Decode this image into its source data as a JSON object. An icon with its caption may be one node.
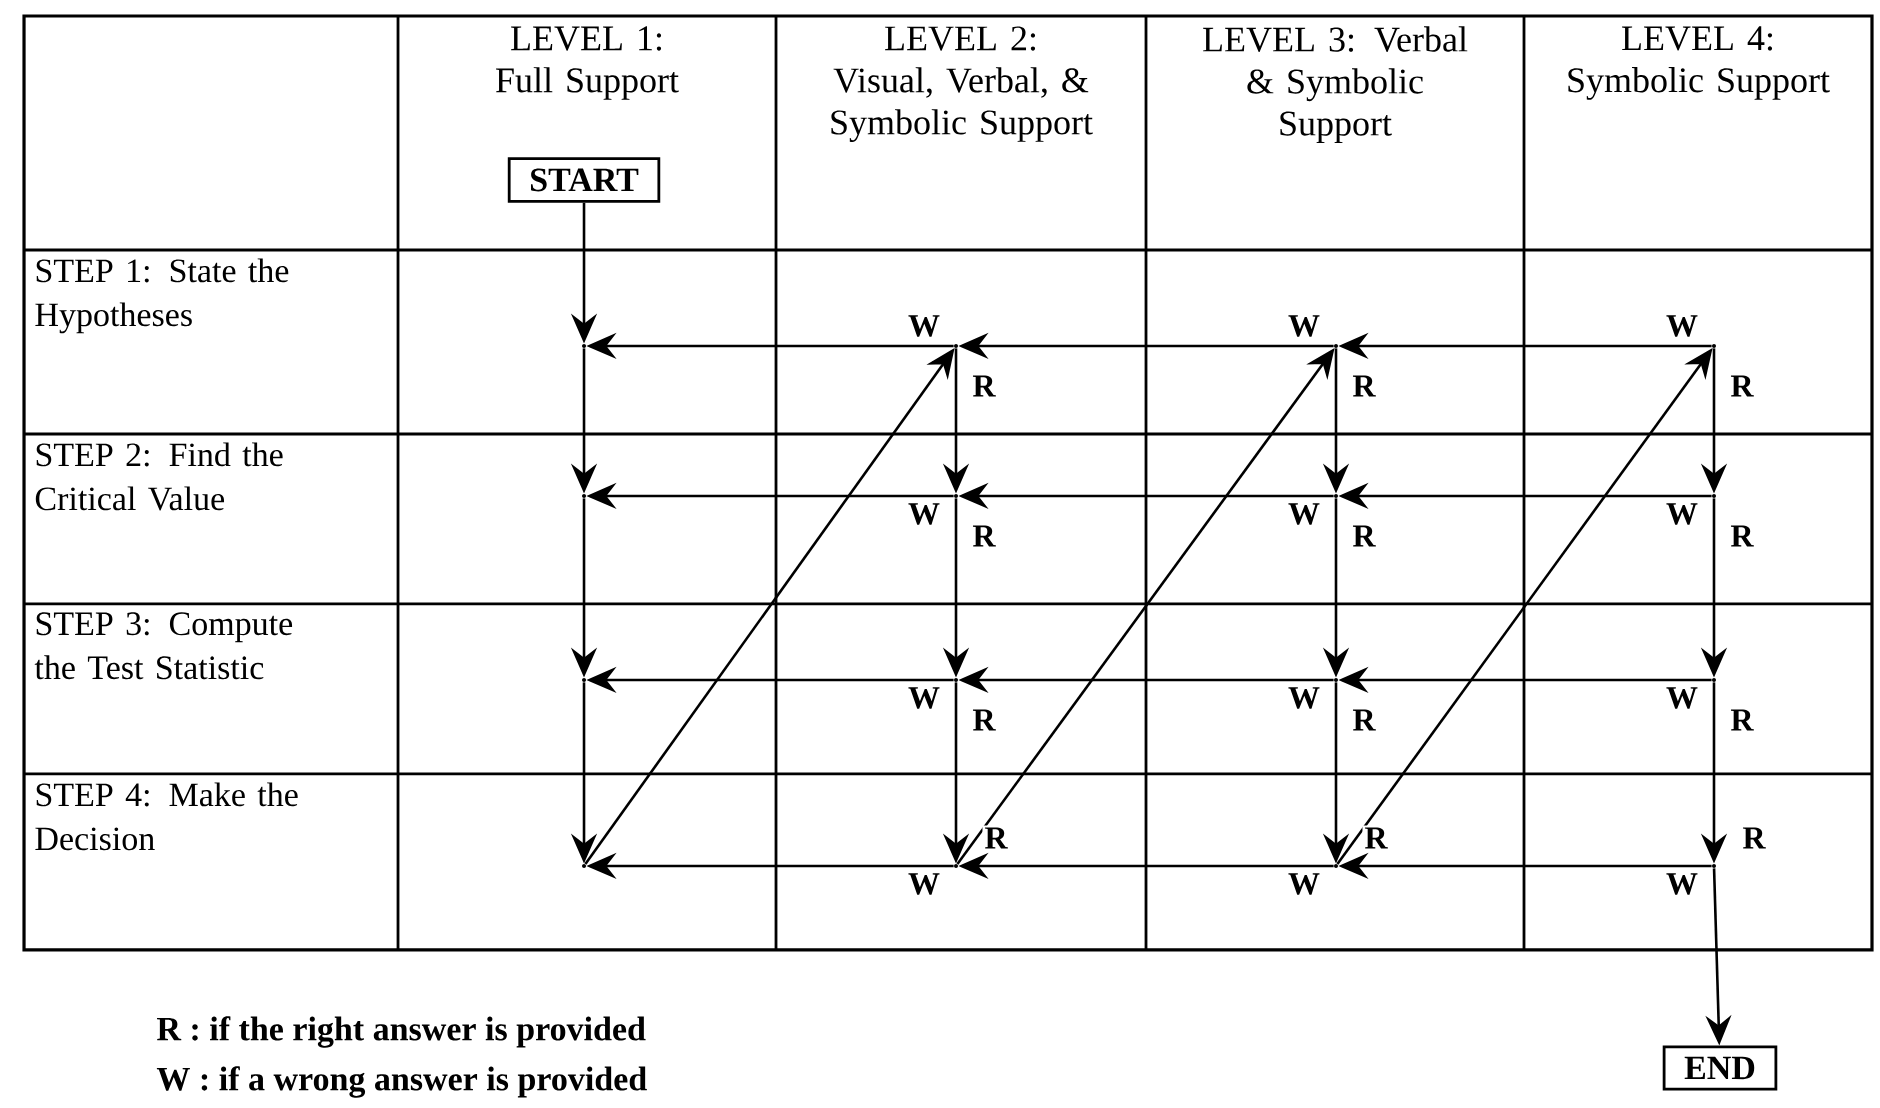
{
  "diagram": {
    "nodes": [
      {
        "text": [
          "START"
        ]
      },
      {
        "text": [],
        "shape": "point"
      },
      {
        "text": [],
        "shape": "point"
      },
      {
        "text": [],
        "shape": "point"
      },
      {
        "text": [],
        "shape": "point"
      },
      {
        "text": [],
        "shape": "point"
      },
      {
        "text": [],
        "shape": "point"
      },
      {
        "text": [],
        "shape": "point"
      },
      {
        "text": [],
        "shape": "point"
      },
      {
        "text": [],
        "shape": "point"
      },
      {
        "text": [],
        "shape": "point"
      },
      {
        "text": [],
        "shape": "point"
      },
      {
        "text": [],
        "shape": "point"
      },
      {
        "text": [],
        "shape": "point"
      },
      {
        "text": [],
        "shape": "point"
      },
      {
        "text": [],
        "shape": "point"
      },
      {
        "text": [],
        "shape": "point"
      },
      {
        "text": [
          "END"
        ]
      }
    ],
    "edges": [
      {
        "from": 0,
        "to": 1,
        "arrow": "to"
      },
      {
        "from": 1,
        "to": 5,
        "arrow": "to"
      },
      {
        "from": 5,
        "to": 9,
        "arrow": "to"
      },
      {
        "from": 9,
        "to": 13,
        "arrow": "to"
      },
      {
        "from": 13,
        "to": 2,
        "arrow": "to"
      },
      {
        "from": 2,
        "to": 1,
        "arrow": "to",
        "label": "W"
      },
      {
        "from": 2,
        "to": 6,
        "arrow": "to",
        "label": "R"
      },
      {
        "from": 3,
        "to": 2,
        "arrow": "to",
        "label": "W"
      },
      {
        "from": 3,
        "to": 7,
        "arrow": "to",
        "label": "R"
      },
      {
        "from": 4,
        "to": 3,
        "arrow": "to",
        "label": "W"
      },
      {
        "from": 4,
        "to": 8,
        "arrow": "to",
        "label": "R"
      },
      {
        "from": 6,
        "to": 5,
        "arrow": "to",
        "label": "W"
      },
      {
        "from": 6,
        "to": 10,
        "arrow": "to",
        "label": "R"
      },
      {
        "from": 7,
        "to": 6,
        "arrow": "to",
        "label": "W"
      },
      {
        "from": 7,
        "to": 11,
        "arrow": "to",
        "label": "R"
      },
      {
        "from": 8,
        "to": 7,
        "arrow": "to",
        "label": "W"
      },
      {
        "from": 8,
        "to": 12,
        "arrow": "to",
        "label": "R"
      },
      {
        "from": 10,
        "to": 9,
        "arrow": "to",
        "label": "W"
      },
      {
        "from": 10,
        "to": 14,
        "arrow": "to",
        "label": "R"
      },
      {
        "from": 11,
        "to": 10,
        "arrow": "to",
        "label": "W"
      },
      {
        "from": 11,
        "to": 15,
        "arrow": "to",
        "label": "R"
      },
      {
        "from": 12,
        "to": 11,
        "arrow": "to",
        "label": "W"
      },
      {
        "from": 12,
        "to": 16,
        "arrow": "to",
        "label": "R"
      },
      {
        "from": 14,
        "to": 13,
        "arrow": "to",
        "label": "W"
      },
      {
        "from": 14,
        "to": 3,
        "arrow": "to",
        "label": "R"
      },
      {
        "from": 15,
        "to": 14,
        "arrow": "to",
        "label": "W"
      },
      {
        "from": 15,
        "to": 4,
        "arrow": "to",
        "label": "R"
      },
      {
        "from": 16,
        "to": 15,
        "arrow": "to",
        "label": "W"
      },
      {
        "from": 16,
        "to": 17,
        "arrow": "to",
        "label": "R"
      }
    ],
    "labels": [
      "LEVEL 1: Full Support",
      "LEVEL 2: Visual, Verbal, & Symbolic Support",
      "LEVEL 3: Verbal & Symbolic Support",
      "LEVEL 4: Symbolic Support",
      "STEP 1: State the Hypotheses",
      "STEP 2: Find the Critical Value",
      "STEP 3: Compute the Test Statistic",
      "STEP 4: Make the Decision",
      "R : if the right answer is provided",
      "W : if a wrong answer is provided"
    ]
  }
}
